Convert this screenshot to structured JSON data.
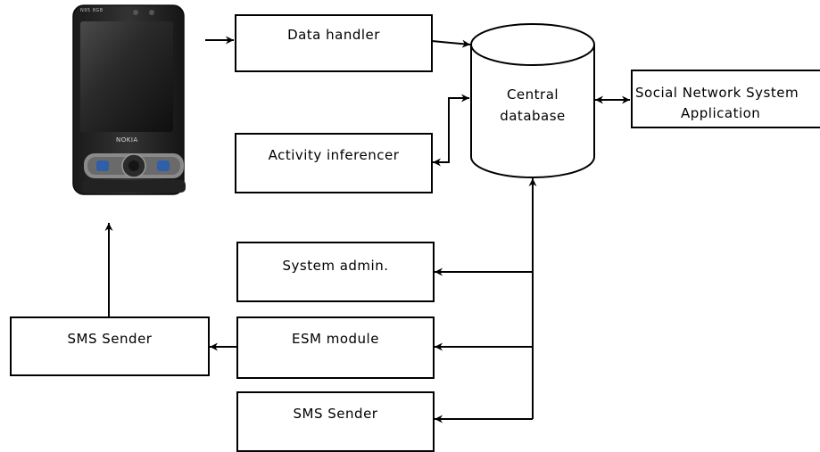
{
  "phone": {
    "brand": "NOKIA",
    "model": "N95 8GB"
  },
  "nodes": {
    "data_handler": "Data handler",
    "activity_inferencer": "Activity inferencer",
    "central_database": [
      "Central",
      "database"
    ],
    "social_network": [
      "Social Network System",
      "Application"
    ],
    "system_admin": "System admin.",
    "esm_module": "ESM module",
    "sms_sender_left": "SMS Sender",
    "sms_sender_bottom": "SMS Sender"
  }
}
